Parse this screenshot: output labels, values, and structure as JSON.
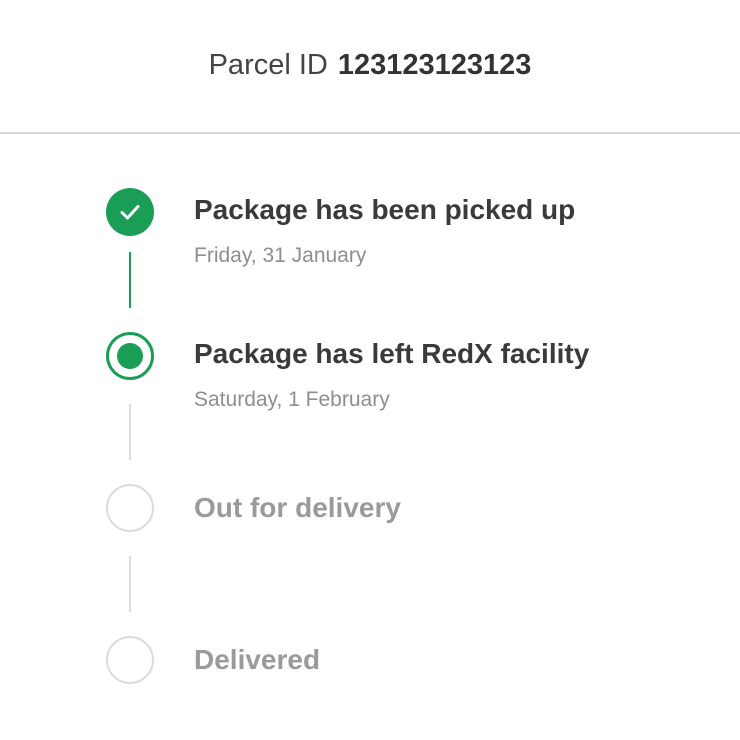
{
  "header": {
    "parcel_label": "Parcel ID",
    "parcel_id": "123123123123"
  },
  "steps": [
    {
      "title": "Package has been picked up",
      "date": "Friday, 31 January",
      "status": "completed"
    },
    {
      "title": "Package has left RedX facility",
      "date": "Saturday, 1 February",
      "status": "current"
    },
    {
      "title": "Out for delivery",
      "date": "",
      "status": "pending"
    },
    {
      "title": "Delivered",
      "date": "",
      "status": "pending"
    }
  ],
  "colors": {
    "accent_green": "#1a9e55",
    "pending_gray": "#dcdcdc",
    "muted_text": "#8e8e8e"
  },
  "icons": {
    "completed": "checkmark-icon"
  }
}
